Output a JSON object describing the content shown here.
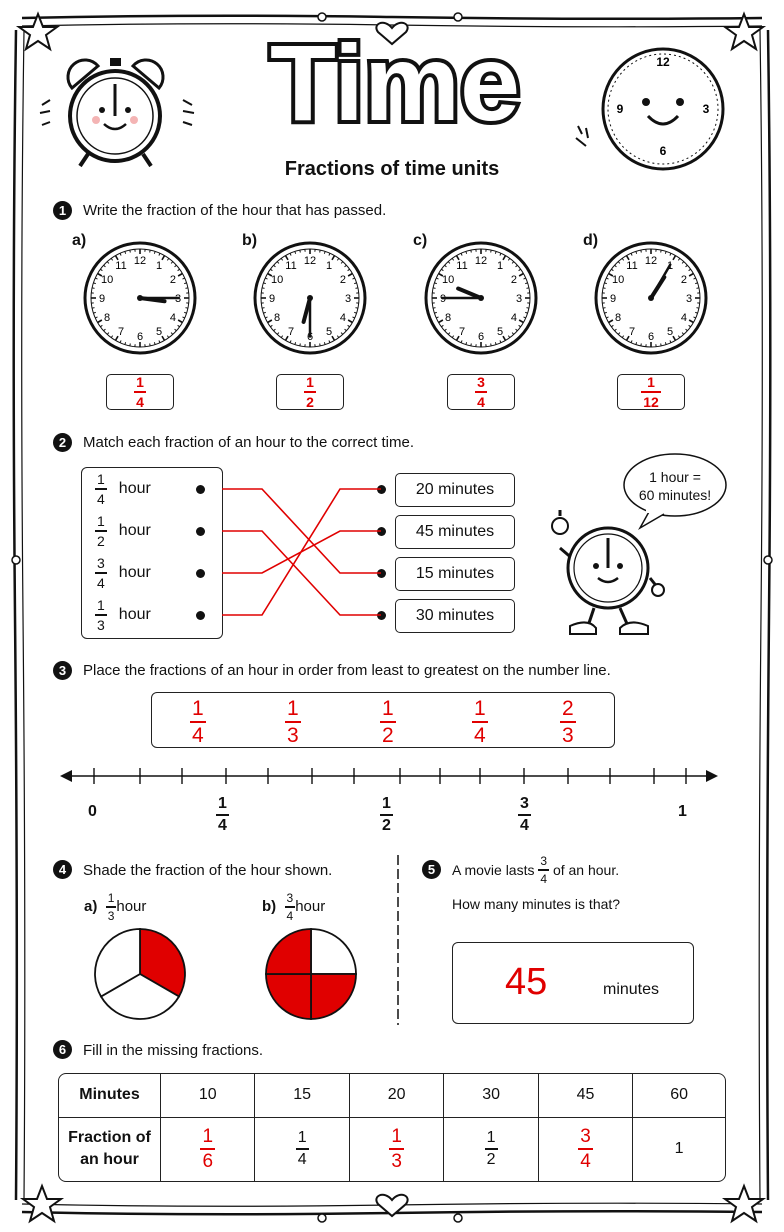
{
  "header": {
    "title": "Time",
    "subtitle": "Fractions of time units"
  },
  "q1": {
    "number": "1",
    "instruction": "Write the fraction of the hour that has passed.",
    "clocks": [
      {
        "label": "a)",
        "hour": 3,
        "minute": 15,
        "answer_num": "1",
        "answer_den": "4"
      },
      {
        "label": "b)",
        "hour": 6,
        "minute": 30,
        "answer_num": "1",
        "answer_den": "2"
      },
      {
        "label": "c)",
        "hour": 9,
        "minute": 45,
        "answer_num": "3",
        "answer_den": "4"
      },
      {
        "label": "d)",
        "hour": 1,
        "minute": 5,
        "answer_num": "1",
        "answer_den": "12"
      }
    ]
  },
  "q2": {
    "number": "2",
    "instruction": "Match each fraction of an hour to the correct time.",
    "unit": "hour",
    "left": [
      {
        "num": "1",
        "den": "4"
      },
      {
        "num": "1",
        "den": "2"
      },
      {
        "num": "3",
        "den": "4"
      },
      {
        "num": "1",
        "den": "3"
      }
    ],
    "right": [
      "20 minutes",
      "45 minutes",
      "15 minutes",
      "30 minutes"
    ],
    "matches": [
      [
        0,
        2
      ],
      [
        1,
        3
      ],
      [
        2,
        1
      ],
      [
        3,
        0
      ]
    ],
    "bubble_line1": "1 hour =",
    "bubble_line2": "60 minutes!"
  },
  "q3": {
    "number": "3",
    "instruction": "Place the fractions of an hour in order from least to greatest on the number line.",
    "fractions": [
      {
        "num": "1",
        "den": "4"
      },
      {
        "num": "1",
        "den": "3"
      },
      {
        "num": "1",
        "den": "2"
      },
      {
        "num": "1",
        "den": "4"
      },
      {
        "num": "2",
        "den": "3"
      }
    ],
    "line_labels": {
      "zero": "0",
      "quarter": {
        "num": "1",
        "den": "4"
      },
      "half": {
        "num": "1",
        "den": "2"
      },
      "three_quarters": {
        "num": "3",
        "den": "4"
      },
      "one": "1"
    }
  },
  "q4": {
    "number": "4",
    "instruction": "Shade the fraction of the hour shown.",
    "unit": "hour",
    "a": {
      "label": "a)",
      "num": "1",
      "den": "3",
      "parts": 3,
      "shaded": 1
    },
    "b": {
      "label": "b)",
      "num": "3",
      "den": "4",
      "parts": 4,
      "shaded": 3
    }
  },
  "q5": {
    "number": "5",
    "text_before": "A movie lasts",
    "num": "3",
    "den": "4",
    "text_after": "of an hour.",
    "question": "How many minutes is that?",
    "answer": "45",
    "unit": "minutes"
  },
  "q6": {
    "number": "6",
    "instruction": "Fill in the missing fractions.",
    "row1_header": "Minutes",
    "row2_header_line1": "Fraction of",
    "row2_header_line2": "an hour",
    "minutes": [
      "10",
      "15",
      "20",
      "30",
      "45",
      "60"
    ],
    "fractions": [
      {
        "num": "1",
        "den": "6",
        "filled": true
      },
      {
        "num": "1",
        "den": "4",
        "filled": false
      },
      {
        "num": "1",
        "den": "3",
        "filled": true
      },
      {
        "num": "1",
        "den": "2",
        "filled": false
      },
      {
        "num": "3",
        "den": "4",
        "filled": true
      },
      {
        "whole": "1",
        "filled": false
      }
    ]
  },
  "clock_numbers": [
    "12",
    "1",
    "2",
    "3",
    "4",
    "5",
    "6",
    "7",
    "8",
    "9",
    "10",
    "11"
  ],
  "colors": {
    "answer": "#e00000",
    "ink": "#111111"
  }
}
